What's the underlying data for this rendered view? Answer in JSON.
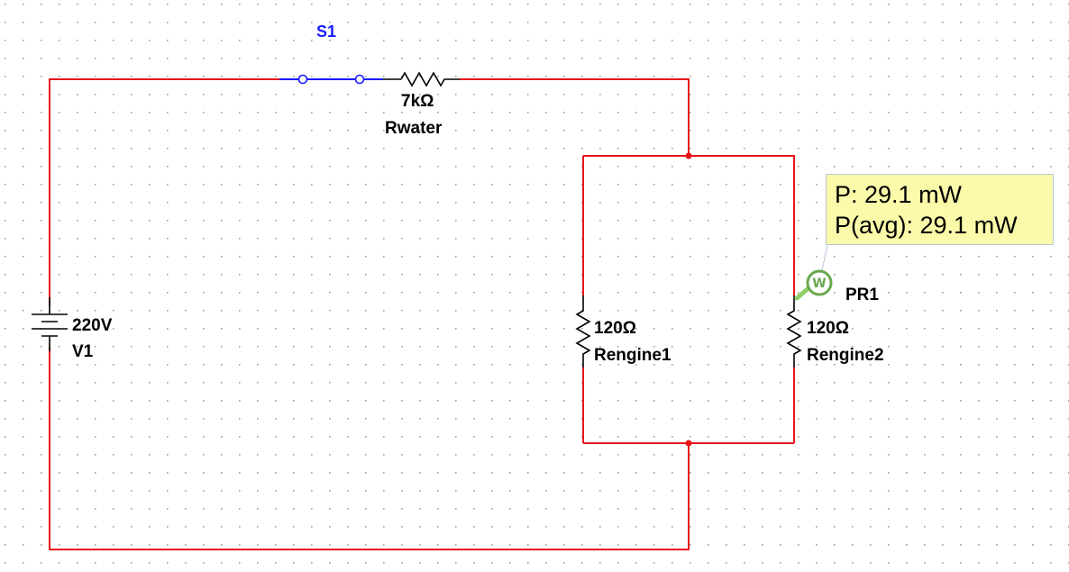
{
  "switch": {
    "name": "S1"
  },
  "series_resistor": {
    "value": "7kΩ",
    "name": "Rwater"
  },
  "source": {
    "value": "220V",
    "name": "V1"
  },
  "branch1_resistor": {
    "value": "120Ω",
    "name": "Rengine1"
  },
  "branch2_resistor": {
    "value": "120Ω",
    "name": "Rengine2"
  },
  "probe": {
    "name": "PR1",
    "glyph": "W",
    "power_line": "P: 29.1 mW",
    "avg_power_line": "P(avg): 29.1 mW"
  },
  "colors": {
    "wire": "#e8141a",
    "switch": "#1a1aff",
    "component": "#000000",
    "probe": "#6aa84f",
    "grid_dot": "#9aa0a6",
    "readout_bg": "#fafaaa"
  }
}
